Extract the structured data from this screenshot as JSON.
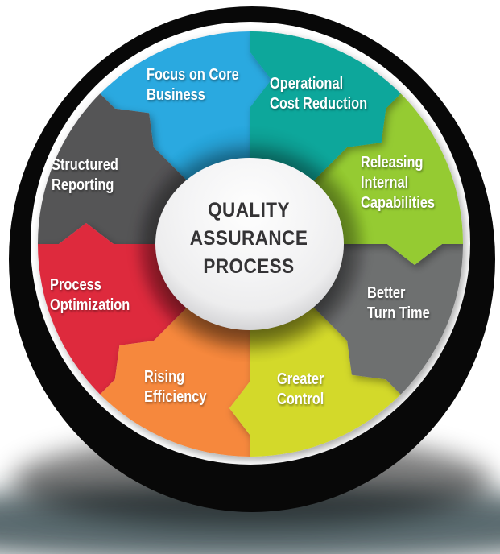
{
  "diagram_type": "circular-process-wheel",
  "flow_direction": "clockwise",
  "center": {
    "lines": [
      "QUALITY",
      "ASSURANCE",
      "PROCESS"
    ],
    "text_color": "#343335",
    "sphere_colors": {
      "highlight": "#fefefe",
      "mid": "#ededee",
      "edge": "#c6c6c8"
    }
  },
  "ring": {
    "outer_color": "#080808",
    "rim_color": "#ffffff",
    "drop_shadow_color": "#4d5f63"
  },
  "label_text_color": "#ffffff",
  "segments": [
    {
      "id": "operational-cost-reduction",
      "label": "Operational Cost Reduction",
      "lines": [
        "Operational",
        "Cost Reduction"
      ],
      "color": "#0aa79b",
      "position": "top-right"
    },
    {
      "id": "releasing-internal-capabilities",
      "label": "Releasing Internal Capabilities",
      "lines": [
        "Releasing",
        "Internal",
        "Capabilities"
      ],
      "color": "#95cb30",
      "position": "right-upper"
    },
    {
      "id": "better-turn-time",
      "label": "Better Turn Time",
      "lines": [
        "Better",
        "Turn Time"
      ],
      "color": "#6e6f70",
      "position": "right-lower"
    },
    {
      "id": "greater-control",
      "label": "Greater Control",
      "lines": [
        "Greater",
        "Control"
      ],
      "color": "#d3d92b",
      "position": "bottom-right"
    },
    {
      "id": "rising-efficiency",
      "label": "Rising Efficiency",
      "lines": [
        "Rising",
        "Efficiency"
      ],
      "color": "#f6883c",
      "position": "bottom-left"
    },
    {
      "id": "process-optimization",
      "label": "Process Optimization",
      "lines": [
        "Process",
        "Optimization"
      ],
      "color": "#de2a3e",
      "position": "left-lower"
    },
    {
      "id": "structured-reporting",
      "label": "Structured Reporting",
      "lines": [
        "Structured",
        "Reporting"
      ],
      "color": "#555456",
      "position": "left-upper"
    },
    {
      "id": "focus-on-core-business",
      "label": "Focus on Core Business",
      "lines": [
        "Focus on Core",
        "Business"
      ],
      "color": "#29a9e0",
      "position": "top-left"
    }
  ]
}
